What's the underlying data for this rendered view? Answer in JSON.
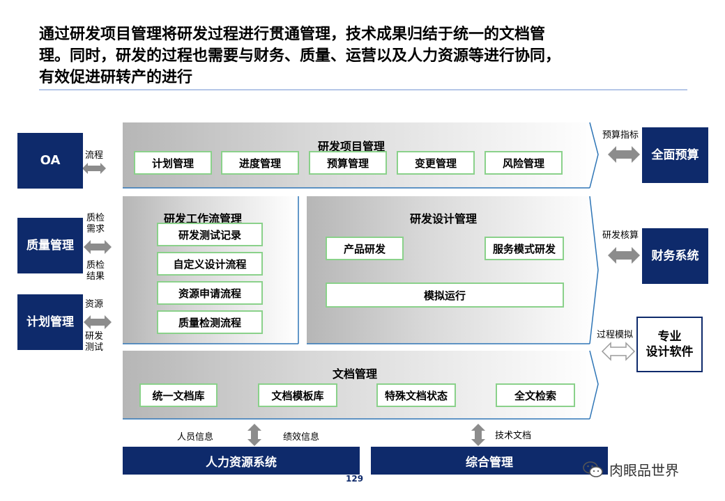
{
  "title": "通过研发项目管理将研发过程进行贯通管理，技术成果归结于统一的文档管理。同时，研发的过程也需要与财务、质量、运营以及人力资源等进行协同，有效促进研转产的进行",
  "left": {
    "oa": "OA",
    "quality": "质量管理",
    "plan": "计划管理",
    "oa_flow_label": "流程",
    "quality_req_label": "质检\n需求",
    "quality_res_label": "质检\n结果",
    "resource_label": "资源",
    "test_label": "研发\n测试"
  },
  "project": {
    "title": "研发项目管理",
    "items": [
      "计划管理",
      "进度管理",
      "预算管理",
      "变更管理",
      "风险管理"
    ]
  },
  "workflow": {
    "title": "研发工作流管理",
    "items": [
      "研发测试记录",
      "自定义设计流程",
      "资源申请流程",
      "质量检测流程"
    ]
  },
  "design": {
    "title": "研发设计管理",
    "product": "产品研发",
    "service": "服务模式研发",
    "simulation": "模拟运行"
  },
  "docs": {
    "title": "文档管理",
    "items": [
      "统一文档库",
      "文档模板库",
      "特殊文档状态",
      "全文检索"
    ]
  },
  "right": {
    "budget": "全面预算",
    "finance": "财务系统",
    "software": "专业\n设计软件",
    "budget_label": "预算指标",
    "cost_label": "研发核算",
    "sim_label": "过程模拟"
  },
  "bottom": {
    "hr": "人力资源系统",
    "general": "综合管理",
    "people_label": "人员信息",
    "perf_label": "绩效信息",
    "tech_label": "技术文档"
  },
  "page_number": "129",
  "watermark": "肉眼品世界",
  "colors": {
    "navy": "#0e2a6b",
    "item_border": "#8ad18a",
    "arrow_gray": "#8c8c8c",
    "rule": "#b4c6e7"
  }
}
